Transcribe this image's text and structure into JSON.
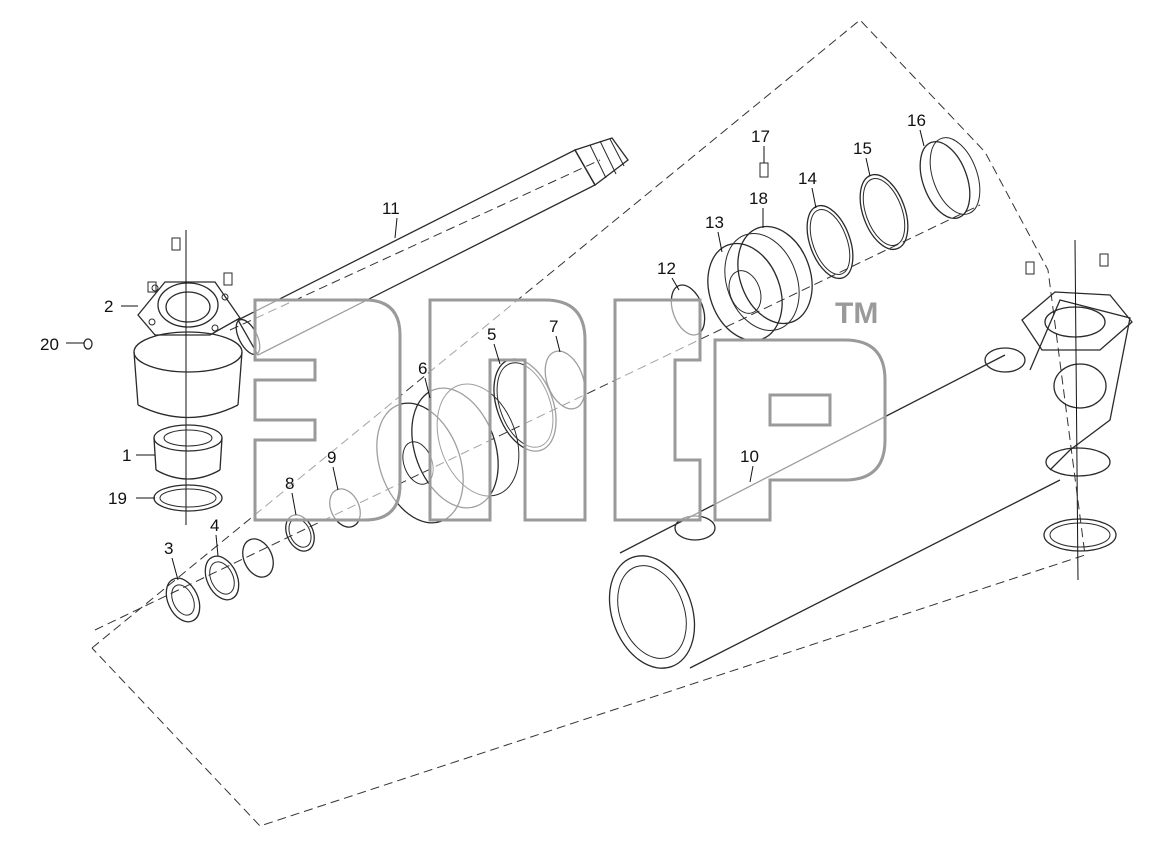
{
  "watermark": {
    "trademark": "TM"
  },
  "callouts": [
    {
      "id": "1",
      "text": "1"
    },
    {
      "id": "2",
      "text": "2"
    },
    {
      "id": "3",
      "text": "3"
    },
    {
      "id": "4",
      "text": "4"
    },
    {
      "id": "5",
      "text": "5"
    },
    {
      "id": "6",
      "text": "6"
    },
    {
      "id": "7",
      "text": "7"
    },
    {
      "id": "8",
      "text": "8"
    },
    {
      "id": "9",
      "text": "9"
    },
    {
      "id": "10",
      "text": "10"
    },
    {
      "id": "11",
      "text": "11"
    },
    {
      "id": "12",
      "text": "12"
    },
    {
      "id": "13",
      "text": "13"
    },
    {
      "id": "14",
      "text": "14"
    },
    {
      "id": "15",
      "text": "15"
    },
    {
      "id": "16",
      "text": "16"
    },
    {
      "id": "17",
      "text": "17"
    },
    {
      "id": "18",
      "text": "18"
    },
    {
      "id": "19",
      "text": "19"
    },
    {
      "id": "20",
      "text": "20"
    }
  ]
}
